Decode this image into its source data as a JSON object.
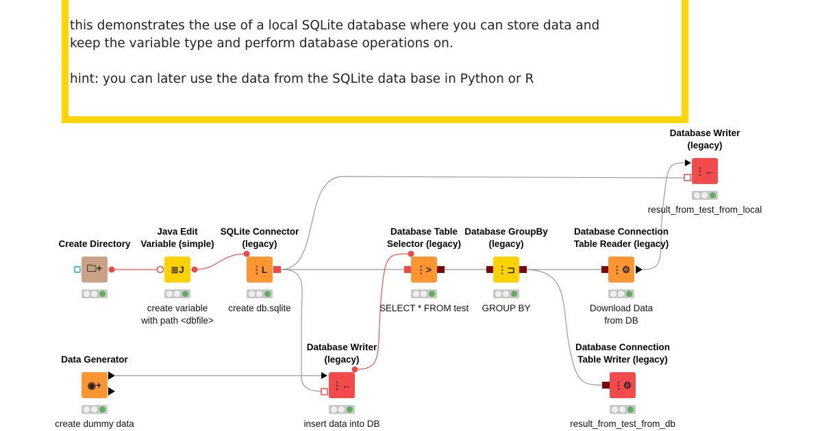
{
  "annotation": {
    "text": "this demonstrates the use of a local SQLite database where you can store data and\nkeep the variable type and perform database operations on.\n\nhint: you can later use the data from the SQLite data base in Python or R",
    "border_color": "#FFD700"
  },
  "nodes": [
    {
      "id": "create-directory",
      "title": "Create Directory",
      "label": "",
      "icon": "folder-plus-icon",
      "glyph": "🗀+",
      "color": "#C9A184"
    },
    {
      "id": "java-edit-variable",
      "title": "Java Edit\nVariable (simple)",
      "label": "create variable\nwith path <dbfile>",
      "icon": "java-doc-icon",
      "glyph": "≣J",
      "color": "#FFD200"
    },
    {
      "id": "sqlite-connector",
      "title": "SQLite Connector\n(legacy)",
      "label": "create db.sqlite",
      "icon": "db-connector-icon",
      "glyph": "⋮L",
      "color": "#FF9632"
    },
    {
      "id": "database-table-selector",
      "title": "Database Table\nSelector (legacy)",
      "label": "SELECT * FROM test",
      "icon": "db-selector-icon",
      "glyph": "⋮>",
      "color": "#FF9632"
    },
    {
      "id": "database-groupby",
      "title": "Database GroupBy\n(legacy)",
      "label": "GROUP BY",
      "icon": "db-groupby-icon",
      "glyph": "⋮⊐",
      "color": "#FFD200"
    },
    {
      "id": "db-connection-table-reader",
      "title": "Database Connection\nTable Reader (legacy)",
      "label": "Download Data\nfrom DB",
      "icon": "db-reader-icon",
      "glyph": "⋮⚙",
      "color": "#FF9632"
    },
    {
      "id": "database-writer-top",
      "title": "Database Writer\n(legacy)",
      "label": "result_from_test_from_local",
      "icon": "db-writer-icon",
      "glyph": "⋮←",
      "color": "#F24B4B"
    },
    {
      "id": "data-generator",
      "title": "Data Generator",
      "label": "create dummy data",
      "icon": "data-generator-icon",
      "glyph": "◉+",
      "color": "#FF9632"
    },
    {
      "id": "database-writer-bottom",
      "title": "Database Writer\n(legacy)",
      "label": "insert data into DB",
      "icon": "db-writer-icon",
      "glyph": "⋮←",
      "color": "#F24B4B"
    },
    {
      "id": "db-connection-table-writer",
      "title": "Database Connection\nTable Writer (legacy)",
      "label": "result_from_test_from_db",
      "icon": "db-writer-icon",
      "glyph": "⋮⚙",
      "color": "#F24B4B"
    }
  ]
}
